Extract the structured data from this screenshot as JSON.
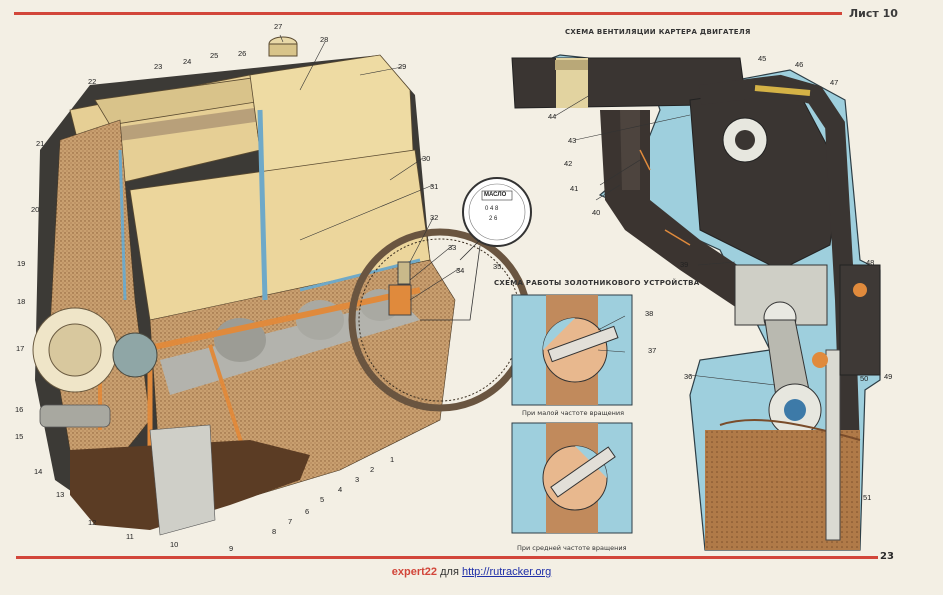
{
  "page": {
    "sheet_label": "Лист 10",
    "page_number": "23"
  },
  "schemes": {
    "crankcase_ventilation_title": "СХЕМА ВЕНТИЛЯЦИИ КАРТЕРА ДВИГАТЕЛЯ",
    "spool_device_title": "СХЕМА РАБОТЫ ЗОЛОТНИКОВОГО УСТРОЙСТВА",
    "low_speed_caption": "При малой частоте вращения",
    "medium_speed_caption": "При средней частоте вращения"
  },
  "gauge": {
    "label": "МАСЛО",
    "digits_top": "0 4 8",
    "digits_bottom": "2 6"
  },
  "footer": {
    "brand": "expert22",
    "middle": " для ",
    "link": "http://rutracker.org"
  },
  "callouts": [
    "1",
    "2",
    "3",
    "4",
    "5",
    "6",
    "7",
    "8",
    "9",
    "10",
    "11",
    "12",
    "13",
    "14",
    "15",
    "16",
    "17",
    "18",
    "19",
    "20",
    "21",
    "22",
    "23",
    "24",
    "25",
    "26",
    "27",
    "28",
    "29",
    "30",
    "31",
    "32",
    "33",
    "34",
    "35",
    "36",
    "37",
    "38",
    "39",
    "40",
    "41",
    "42",
    "43",
    "44",
    "45",
    "46",
    "47",
    "48",
    "49",
    "50",
    "51"
  ]
}
